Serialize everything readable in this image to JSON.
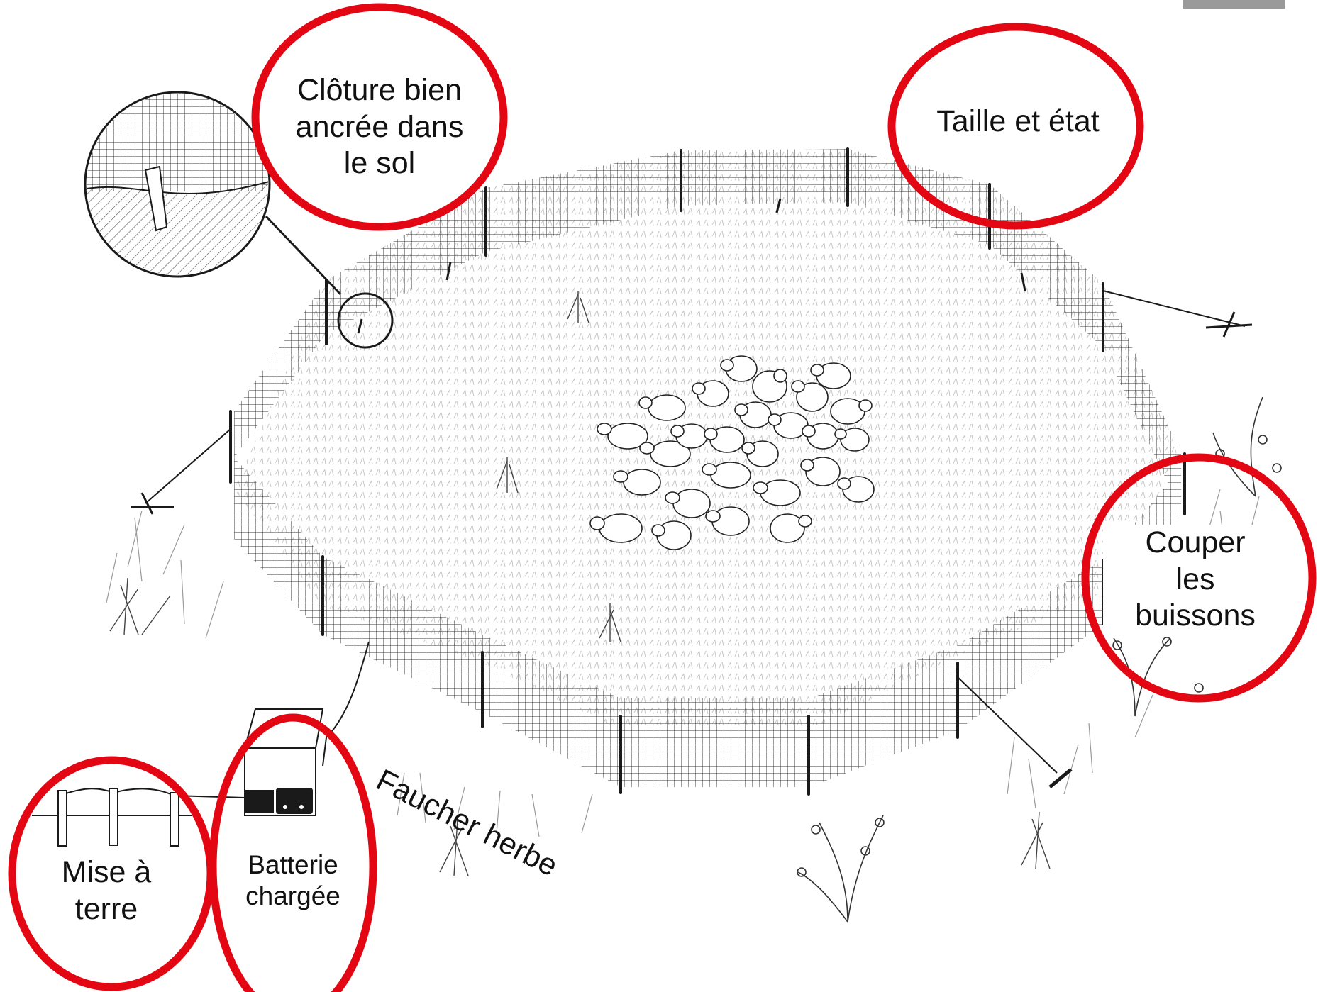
{
  "annotations": {
    "anchored": {
      "lines": [
        "Clôture bien",
        "ancrée dans",
        "le sol"
      ]
    },
    "size_state": {
      "lines": [
        "Taille et état"
      ]
    },
    "bushes": {
      "lines": [
        "Couper",
        "les",
        "buissons"
      ]
    },
    "mow": {
      "text": "Faucher herbe"
    },
    "battery": {
      "lines": [
        "Batterie",
        "chargée"
      ]
    },
    "ground": {
      "lines": [
        "Mise à",
        "terre"
      ]
    }
  },
  "colors": {
    "circle": "#e30613",
    "ink": "#1a1a1a",
    "mesh": "#3a3a3a",
    "grass": "#bdbdbd"
  },
  "icons": [
    "fence-post-icon",
    "sheep-icon",
    "battery-energizer-icon",
    "ground-rod-icon",
    "magnifier-inset-icon",
    "bush-icon"
  ]
}
